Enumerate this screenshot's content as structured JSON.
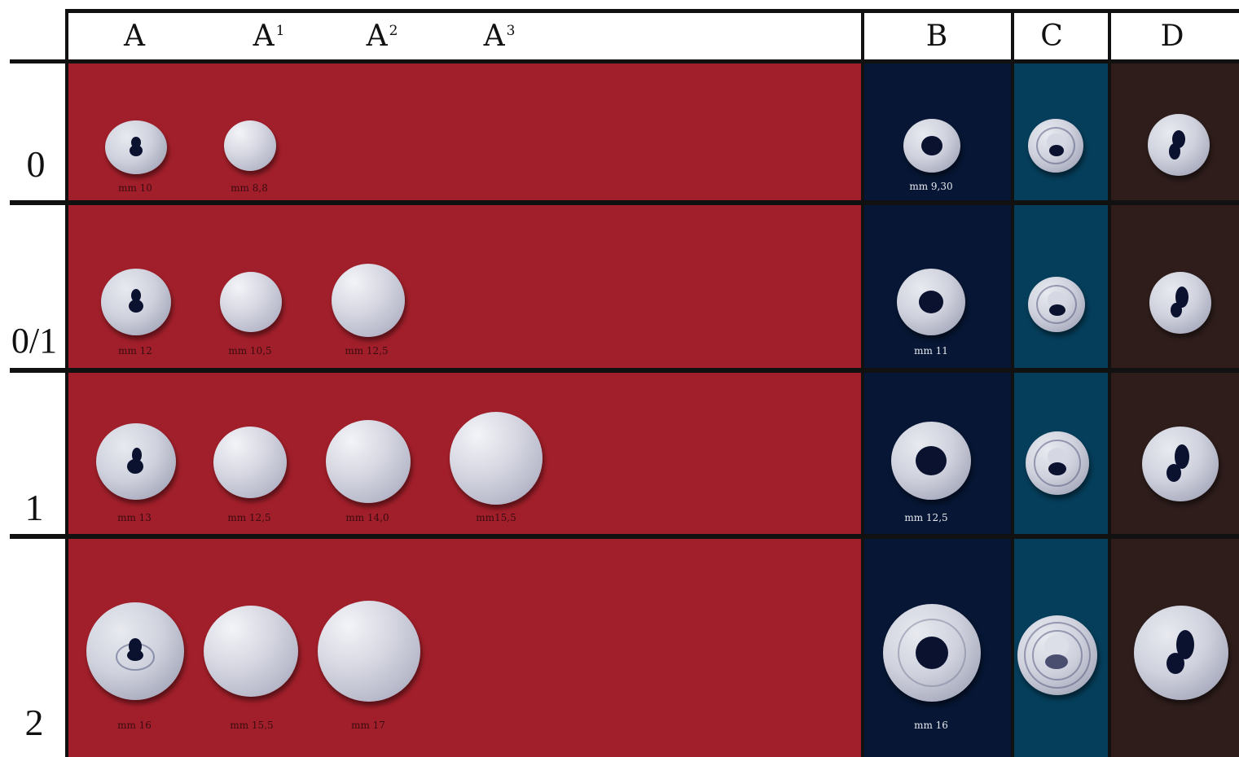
{
  "columns": {
    "a": {
      "base": "A",
      "sup": ""
    },
    "a1": {
      "base": "A",
      "sup": "1"
    },
    "a2": {
      "base": "A",
      "sup": "2"
    },
    "a3": {
      "base": "A",
      "sup": "3"
    },
    "b": {
      "base": "B",
      "sup": ""
    },
    "c": {
      "base": "C",
      "sup": ""
    },
    "d": {
      "base": "D",
      "sup": ""
    }
  },
  "rows": {
    "r0": {
      "label": "0",
      "a": "mm 10",
      "a1": "mm 8,8",
      "b": "mm 9,30"
    },
    "r01": {
      "label": "0/1",
      "a": "mm 12",
      "a1": "mm 10,5",
      "a2": "mm 12,5",
      "b": "mm 11"
    },
    "r1": {
      "label": "1",
      "a": "mm 13",
      "a1": "mm 12,5",
      "a2": "mm 14,0",
      "a3": "mm15,5",
      "b": "mm 12,5"
    },
    "r2": {
      "label": "2",
      "a": "mm 16",
      "a1": "mm 15,5",
      "a2": "mm 17",
      "b": "mm 16"
    }
  },
  "colors": {
    "red": "#a11f2a",
    "navy": "#061634",
    "teal": "#053e5b",
    "brown": "#2e1d1b"
  }
}
